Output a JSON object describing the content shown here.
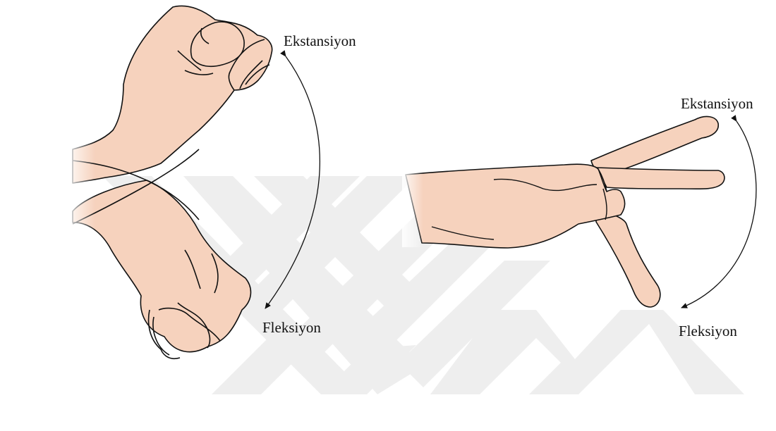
{
  "colors": {
    "skin": "#f6d2bd",
    "outline": "#111111",
    "watermark": "#eeeeee",
    "background": "#ffffff"
  },
  "labels": {
    "left_extension": "Ekstansiyon",
    "left_flexion": "Fleksiyon",
    "right_extension": "Ekstansiyon",
    "right_flexion": "Fleksiyon"
  }
}
